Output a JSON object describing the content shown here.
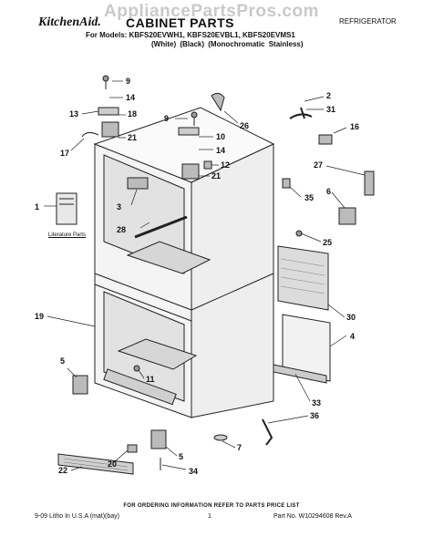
{
  "watermark": "AppliancePartsPros.com",
  "header": {
    "brand": "KitchenAid.",
    "title": "CABINET PARTS",
    "category": "REFRIGERATOR",
    "models_line": "For Models: KBFS20EVWH1, KBFS20EVBL1, KBFS20EVMS1",
    "finishes": [
      "(White)",
      "(Black)",
      "(Monochromatic Stainless)"
    ]
  },
  "callouts": [
    "9",
    "14",
    "13",
    "18",
    "21",
    "17",
    "9",
    "26",
    "2",
    "31",
    "10",
    "14",
    "16",
    "12",
    "21",
    "27",
    "3",
    "1",
    "35",
    "6",
    "28",
    "25",
    "19",
    "30",
    "4",
    "5",
    "11",
    "33",
    "36",
    "7",
    "5",
    "20",
    "22",
    "34"
  ],
  "literature_label": "Literature Parts",
  "footer": {
    "ordering_info": "FOR ORDERING INFORMATION REFER TO PARTS PRICE LIST",
    "litho": "9-09 Litho In U.S.A (mat)(bay)",
    "page_number": "1",
    "part_number": "Part No. W10294608 Rev.A"
  }
}
